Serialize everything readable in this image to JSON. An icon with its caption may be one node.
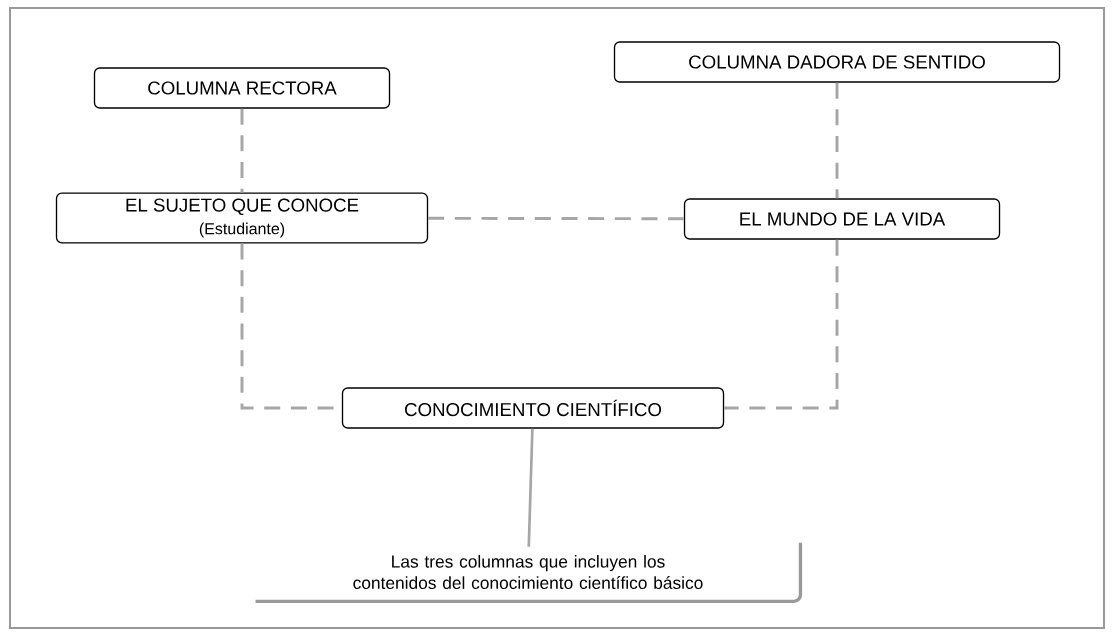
{
  "diagram": {
    "nodes": [
      {
        "text": [
          "COLUMNA RECTORA"
        ]
      },
      {
        "text": [
          "COLUMNA DADORA DE SENTIDO"
        ]
      },
      {
        "text": [
          "EL SUJETO QUE CONOCE",
          "(Estudiante)"
        ]
      },
      {
        "text": [
          "EL MUNDO DE LA VIDA"
        ]
      },
      {
        "text": [
          "CONOCIMIENTO CIENTÍFICO"
        ]
      },
      {
        "text": [
          "Las tres columnas que incluyen los contenidos del conocimiento científico básico"
        ]
      }
    ],
    "edges": [
      {
        "from": 0,
        "to": 2,
        "arrow": "none",
        "style": "dashed"
      },
      {
        "from": 1,
        "to": 3,
        "arrow": "none",
        "style": "dashed"
      },
      {
        "from": 2,
        "to": 3,
        "arrow": "none",
        "style": "dashed"
      },
      {
        "from": 2,
        "to": 4,
        "arrow": "none",
        "style": "dashed"
      },
      {
        "from": 3,
        "to": 4,
        "arrow": "none",
        "style": "dashed"
      },
      {
        "from": 4,
        "to": 5,
        "arrow": "none"
      }
    ]
  }
}
